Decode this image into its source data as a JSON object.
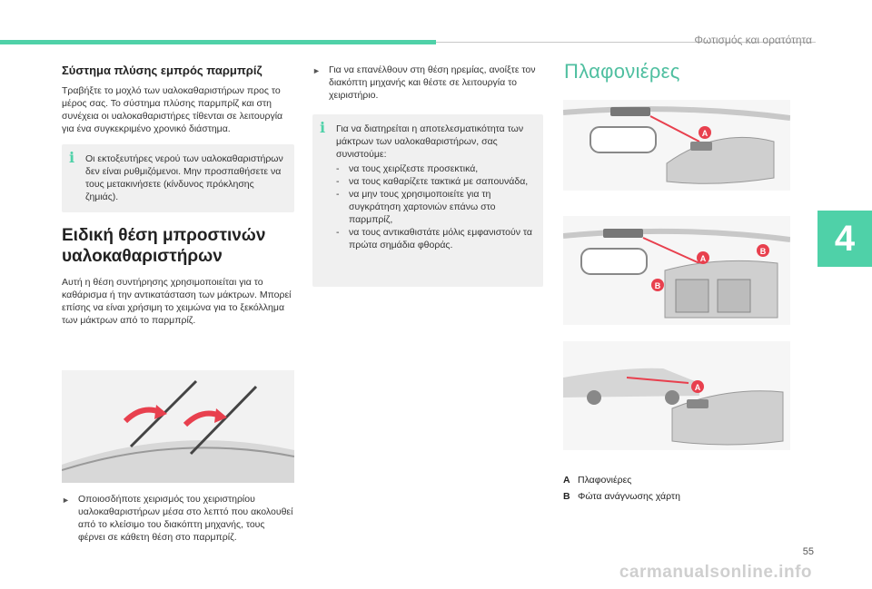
{
  "header": {
    "section_title": "Φωτισμός και ορατότητα"
  },
  "chapter": {
    "number": "4"
  },
  "page": {
    "number": "55"
  },
  "watermark": "carmanualsonline.info",
  "col1": {
    "title": "Σύστημα πλύσης εμπρός παρμπρίζ",
    "para1": "Τραβήξτε το μοχλό των υαλοκαθαριστήρων προς το μέρος σας. Το σύστημα πλύσης παρμπρίζ και στη συνέχεια οι υαλοκαθαριστήρες τίθενται σε λειτουργία για ένα συγκεκριμένο χρονικό διάστημα.",
    "info": "Οι εκτοξευτήρες νερού των υαλοκαθαριστήρων δεν είναι ρυθμιζόμενοι. Μην προσπαθήσετε να τους μετακινήσετε (κίνδυνος πρόκλησης ζημιάς).",
    "heading": "Ειδική θέση μπροστινών υαλοκαθαριστήρων",
    "para2": "Αυτή η θέση συντήρησης χρησιμοποιείται για το καθάρισμα ή την αντικατάσταση των μάκτρων. Μπορεί επίσης να είναι χρήσιμη το χειμώνα για το ξεκόλλημα των μάκτρων από το παρμπρίζ.",
    "bottom_note": "Οποιοσδήποτε χειρισμός του χειριστηρίου υαλοκαθαριστήρων μέσα στο λεπτό που ακολουθεί από το κλείσιμο του διακόπτη μηχανής, τους φέρνει σε κάθετη θέση στο παρμπρίζ."
  },
  "col2": {
    "note": "Για να επανέλθουν στη θέση ηρεμίας, ανοίξτε τον διακόπτη μηχανής και θέστε σε λειτουργία το χειριστήριο.",
    "info_intro": "Για να διατηρείται η αποτελεσματικότητα των μάκτρων των υαλοκαθαριστήρων, σας συνιστούμε:",
    "info_items": [
      "να τους χειρίζεστε προσεκτικά,",
      "να τους καθαρίζετε τακτικά με σαπουνάδα,",
      "να μην τους χρησιμοποιείτε για τη συγκράτηση χαρτονιών επάνω στο παρμπρίζ,",
      "να τους αντικαθιστάτε μόλις εμφανιστούν τα πρώτα σημάδια φθοράς."
    ]
  },
  "col3": {
    "title": "Πλαφονιέρες",
    "markers": {
      "a": "A",
      "b": "B"
    },
    "legend": [
      {
        "key": "A",
        "text": "Πλαφονιέρες"
      },
      {
        "key": "B",
        "text": "Φώτα ανάγνωσης χάρτη"
      }
    ]
  },
  "colors": {
    "accent": "#4fd1a8",
    "marker": "#e8404e",
    "info_bg": "#f0f0f0"
  }
}
